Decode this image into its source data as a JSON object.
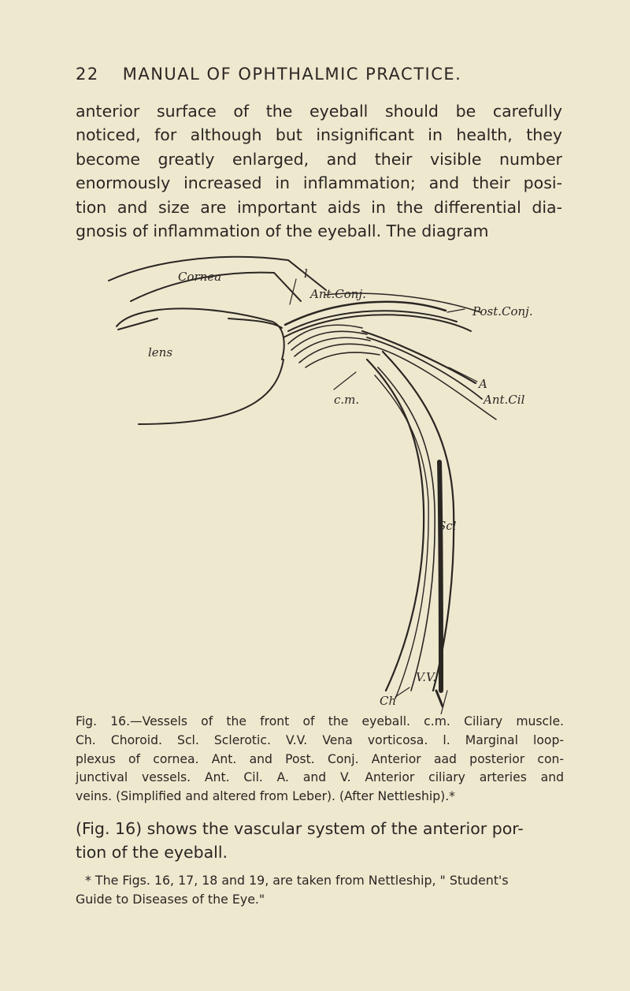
{
  "header": {
    "page_number": "22",
    "title": "MANUAL OF OPHTHALMIC PRACTICE."
  },
  "body_lines": [
    "anterior surface of the eyeball should be carefully",
    "noticed, for although but insignificant in health, they",
    "become greatly enlarged, and their visible number",
    "enormously increased in inflammation; and their posi-",
    "tion and size are important aids in the differential dia-",
    "gnosis of inflammation of the eyeball. The diagram"
  ],
  "figure": {
    "labels": {
      "cornea": "Cornea",
      "l": "l",
      "ant_conj": "Ant.Conj.",
      "post_conj": "Post.Conj.",
      "lens": "lens",
      "cm": "c.m.",
      "a": "A",
      "ant_cil": "Ant.Cil",
      "scl": "Scl",
      "vv": "V.V.",
      "ch": "Ch"
    }
  },
  "caption_lines": [
    "Fig. 16.—Vessels of the front of the eyeball. c.m. Ciliary muscle.",
    "Ch. Choroid. Scl. Sclerotic. V.V. Vena vorticosa. l. Marginal loop-",
    "plexus of cornea. Ant. and Post. Conj. Anterior aad posterior con-",
    "junctival vessels. Ant. Cil. A. and V. Anterior ciliary arteries and",
    "veins. (Simplified and altered from Leber). (After Nettleship).*"
  ],
  "para2_lines": [
    "(Fig. 16) shows the vascular system of the anterior por-",
    "tion of the eyeball."
  ],
  "footnote_lines": [
    "* The Figs. 16, 17, 18 and 19, are taken from Nettleship, \" Student's",
    "Guide to Diseases of the Eye.\""
  ],
  "colors": {
    "paper": "#eee8cf",
    "ink": "#2a2622"
  }
}
